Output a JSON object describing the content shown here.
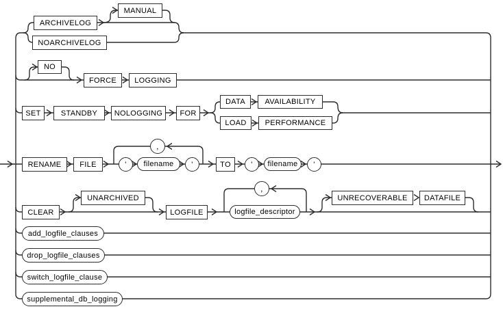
{
  "diagram_type": "syntax-railroad-diagram",
  "colors": {
    "line": "#2b2b2b",
    "background": "#ffffff",
    "text": "#000000"
  },
  "nodes": {
    "archivelog": "ARCHIVELOG",
    "manual": "MANUAL",
    "noarchivelog": "NOARCHIVELOG",
    "no": "NO",
    "force": "FORCE",
    "logging": "LOGGING",
    "set": "SET",
    "standby": "STANDBY",
    "nologging": "NOLOGGING",
    "for": "FOR",
    "data": "DATA",
    "availability": "AVAILABILITY",
    "load": "LOAD",
    "performance": "PERFORMANCE",
    "rename": "RENAME",
    "file": "FILE",
    "to": "TO",
    "clear": "CLEAR",
    "unarchived": "UNARCHIVED",
    "logfile": "LOGFILE",
    "unrecoverable": "UNRECOVERABLE",
    "datafile": "DATAFILE",
    "quote": "'",
    "comma": ",",
    "filename": "filename",
    "logfile_descriptor": "logfile_descriptor",
    "add_logfile_clauses": "add_logfile_clauses",
    "drop_logfile_clauses": "drop_logfile_clauses",
    "switch_logfile_clause": "switch_logfile_clause",
    "supplemental_db_logging": "supplemental_db_logging"
  }
}
